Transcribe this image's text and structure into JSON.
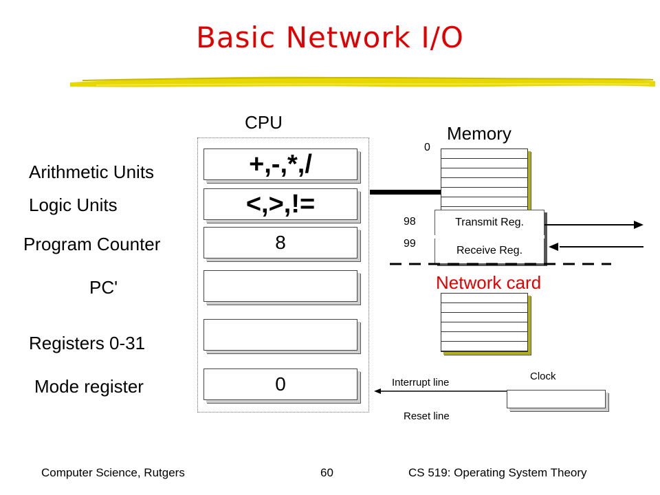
{
  "slide": {
    "title": "Basic Network I/O",
    "cpu_label": "CPU",
    "memory_label": "Memory",
    "left_labels": {
      "arith": "Arithmetic Units",
      "logic": "Logic Units",
      "pc": "Program Counter",
      "pcprime": "PC'",
      "regs": "Registers 0-31",
      "mode": "Mode register"
    },
    "cpu_boxes": {
      "arith": "+,-,*,/",
      "logic": "<,>,!=",
      "pc": "8",
      "pcprime": "",
      "regs": "",
      "mode": "0"
    },
    "memory": {
      "addr_0": "0",
      "addr_98": "98",
      "addr_99": "99",
      "transmit": "Transmit Reg.",
      "receive": "Receive Reg."
    },
    "network_card": "Network card",
    "interrupt_line": "Interrupt line",
    "reset_line": "Reset line",
    "clock": "Clock"
  },
  "footer": {
    "left": "Computer Science, Rutgers",
    "page": "60",
    "right": "CS 519: Operating System Theory"
  },
  "colors": {
    "title": "#e00000",
    "network_card": "#e00000",
    "highlighter": "#e6d800"
  }
}
